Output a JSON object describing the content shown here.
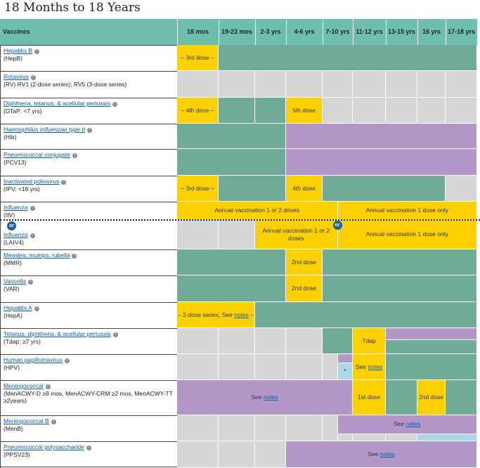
{
  "title": "18 Months to 18 Years",
  "header": {
    "vaccines": "Vaccines",
    "ages": [
      "18 mos",
      "19-23 mos",
      "2-3 yrs",
      "4-6 yrs",
      "7-10 yrs",
      "11-12 yrs",
      "13-15 yrs",
      "16 yrs",
      "17-18 yrs"
    ]
  },
  "legend_colors": {
    "routine": "#6fab96",
    "dose": "#fdd000",
    "high_risk": "#b497c9",
    "not_recommended": "#d6d6d6",
    "shared_decision": "#a9d8e8"
  },
  "or_badge": "or",
  "rows": [
    {
      "name": "Hepatitis B",
      "abbr": "(HepB)",
      "segments": [
        {
          "t": "– 3rd dose –"
        }
      ]
    },
    {
      "name": "Rotavirus",
      "abbr": "(RV) RV1 (2-dose series); RV5 (3-dose series)"
    },
    {
      "name": "Diphtheria, tetanus, & acellular pertussis",
      "abbr": "(DTaP: <7 yrs)",
      "segments": [
        {
          "t": "– 4th dose –"
        },
        {
          "t": "5th dose"
        }
      ]
    },
    {
      "name": "Haemophilus influenzae type b",
      "abbr": "(Hib)"
    },
    {
      "name": "Pneumococcal conjugate",
      "abbr": "(PCV13)"
    },
    {
      "name": "Inactivated poliovirus",
      "abbr": "(IPV: <18 yrs)",
      "segments": [
        {
          "t": "– 3rd dose –"
        },
        {
          "t": "4th dose"
        }
      ]
    },
    {
      "name": "Influenza",
      "abbr": "(IIV)",
      "segments": [
        {
          "t": "Annual vaccination 1 or 2 doses"
        },
        {
          "t": "Annual vaccination 1 dose only"
        }
      ]
    },
    {
      "name": "Influenza",
      "abbr": "(LAIV4)",
      "segments": [
        {
          "t": "Annual vaccination 1 or 2 doses"
        },
        {
          "t": "Annual vaccination 1 dose only"
        }
      ]
    },
    {
      "name": "Measles, mumps, rubella",
      "abbr": "(MMR)",
      "segments": [
        {
          "t": "2nd dose"
        }
      ]
    },
    {
      "name": "Varicella",
      "abbr": "(VAR)",
      "segments": [
        {
          "t": "2nd dose"
        }
      ]
    },
    {
      "name": "Hepatitis A",
      "abbr": "(HepA)",
      "segments": [
        {
          "t": "– 2-dose series, See",
          "link": "notes",
          "after": " –"
        }
      ]
    },
    {
      "name": "Tetanus, diphtheria, & acellular pertussis",
      "abbr": "(Tdap: ≥7 yrs)",
      "segments": [
        {
          "t": "Tdap"
        }
      ]
    },
    {
      "name": "Human papillomavirus",
      "abbr": "(HPV)",
      "segments": [
        {
          "t": "*"
        },
        {
          "t": "See",
          "link": "notes"
        }
      ]
    },
    {
      "name": "Meningococcal",
      "abbr": "(MenACWY-D ≥9 mos, MenACWY-CRM ≥2 mos, MenACWY-TT ≥2years)",
      "segments": [
        {
          "t": "See",
          "link": "notes"
        },
        {
          "t": "1st dose"
        },
        {
          "t": "2nd dose"
        }
      ]
    },
    {
      "name": "Meningococcal B",
      "abbr": "(MenB)",
      "segments": [
        {
          "t": "See",
          "link": "notes"
        }
      ]
    },
    {
      "name": "Pneumococcal polysaccharide",
      "abbr": "(PPSV23)",
      "segments": [
        {
          "t": "See",
          "link": "notes"
        }
      ]
    }
  ]
}
